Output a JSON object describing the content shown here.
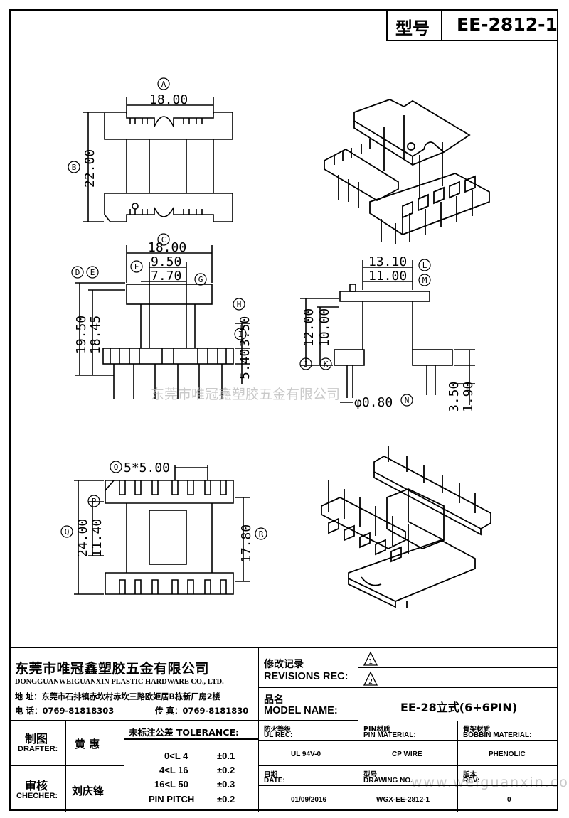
{
  "header": {
    "model_label": "型号",
    "model_value": "EE-2812-1"
  },
  "dimensions": {
    "top_view": {
      "width_a": "18.00",
      "label_a": "A",
      "height_b": "22.00",
      "label_b": "B"
    },
    "front_view": {
      "width_c": "18.00",
      "label_c": "C",
      "f_val": "9.50",
      "label_f": "F",
      "g_val": "7.70",
      "label_g": "G",
      "d_val": "19.50",
      "label_d": "D",
      "e_val": "18.45",
      "label_e": "E",
      "h_val": "3.50",
      "label_h": "H",
      "i_val": "5.40",
      "label_i": "I"
    },
    "side_view": {
      "l_val": "13.10",
      "label_l": "L",
      "m_val": "11.00",
      "label_m": "M",
      "j_val": "12.00",
      "label_j": "J",
      "k_val": "10.00",
      "label_k": "K",
      "pin_dia": "φ0.80",
      "label_n": "N",
      "p35": "3.50",
      "p19": "1.90"
    },
    "bottom_view": {
      "pitch": "5*5.00",
      "label_o": "O",
      "label_p": "P",
      "q_val": "24.00",
      "label_q": "Q",
      "p_val": "11.40",
      "r_val": "17.80",
      "label_r": "R"
    }
  },
  "watermarks": {
    "company": "东莞市唯冠鑫塑胶五金有限公司",
    "url": "www.weiguanxin.com"
  },
  "titleblock": {
    "company_cn": "东莞市唯冠鑫塑胶五金有限公司",
    "company_en": "DONGGUANWEIGUANXIN PLASTIC HARDWARE CO., LTD.",
    "address": "地  址：东莞市石排镇赤坎村赤坎三路欧姬居B栋新厂房2楼",
    "phone": "电  话：0769-81818303",
    "fax": "传  真：0769-8181830",
    "revisions_cn": "修改记录",
    "revisions_en": "REVISIONS REC:",
    "rev1": "1",
    "rev2": "2",
    "model_name_cn": "品名",
    "model_name_en": "MODEL NAME:",
    "model_name_value": "EE-28立式(6+6PIN)",
    "drafter_cn": "制图",
    "drafter_en": "DRAFTER:",
    "drafter_name": "黄  惠",
    "checker_cn": "审核",
    "checker_en": "CHECHER:",
    "checker_name": "刘庆锋",
    "tolerance_title": "未标注公差 TOLERANCE:",
    "tolerances": [
      {
        "range": "0<L  4",
        "value": "±0.1"
      },
      {
        "range": "4<L  16",
        "value": "±0.2"
      },
      {
        "range": "16<L  50",
        "value": "±0.3"
      },
      {
        "range": "PIN PITCH",
        "value": "±0.2"
      }
    ],
    "ul_cn": "防火等级",
    "ul_en": "UL REC:",
    "ul_value": "UL 94V-0",
    "pin_cn": "PIN材质",
    "pin_en": "PIN MATERIAL:",
    "pin_value": "CP WIRE",
    "bobbin_cn": "骨架材质",
    "bobbin_en": "BOBBIN MATERIAL:",
    "bobbin_value": "PHENOLIC",
    "date_cn": "日期",
    "date_en": "DATE:",
    "date_value": "01/09/2016",
    "drawing_cn": "型号",
    "drawing_en": "DRAWING NO.",
    "drawing_value": "WGX-EE-2812-1",
    "rev_cn": "版本",
    "rev_en": "REV:",
    "rev_value": "0"
  }
}
